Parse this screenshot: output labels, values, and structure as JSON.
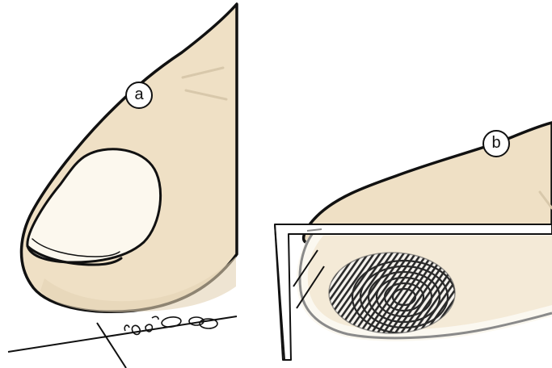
{
  "figure": {
    "panels": [
      {
        "id": "a",
        "label": "a"
      },
      {
        "id": "b",
        "label": "b"
      }
    ]
  },
  "colors": {
    "skin": "#efe0c5",
    "skin_shadow": "#e3d2b4",
    "nail": "#fcf8ee",
    "outline": "#111111",
    "glass": "#fbf8f0",
    "glass_edge": "#888888",
    "print_ink": "#2a2a2a"
  }
}
